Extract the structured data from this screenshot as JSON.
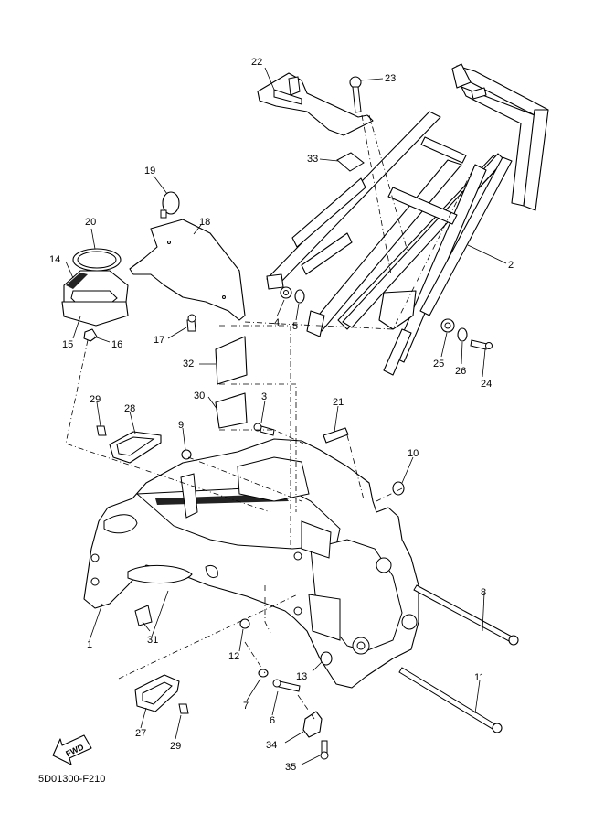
{
  "diagram": {
    "drawing_code": "5D01300-F210",
    "direction_badge": "FWD",
    "callouts": [
      {
        "id": "c1",
        "label": "1"
      },
      {
        "id": "c2",
        "label": "2"
      },
      {
        "id": "c3",
        "label": "3"
      },
      {
        "id": "c4",
        "label": "4"
      },
      {
        "id": "c5",
        "label": "5"
      },
      {
        "id": "c6",
        "label": "6"
      },
      {
        "id": "c7",
        "label": "7"
      },
      {
        "id": "c8",
        "label": "8"
      },
      {
        "id": "c9",
        "label": "9"
      },
      {
        "id": "c10",
        "label": "10"
      },
      {
        "id": "c11",
        "label": "11"
      },
      {
        "id": "c12",
        "label": "12"
      },
      {
        "id": "c13",
        "label": "13"
      },
      {
        "id": "c14",
        "label": "14"
      },
      {
        "id": "c15",
        "label": "15"
      },
      {
        "id": "c16",
        "label": "16"
      },
      {
        "id": "c17",
        "label": "17"
      },
      {
        "id": "c18",
        "label": "18"
      },
      {
        "id": "c19",
        "label": "19"
      },
      {
        "id": "c20",
        "label": "20"
      },
      {
        "id": "c21",
        "label": "21"
      },
      {
        "id": "c22",
        "label": "22"
      },
      {
        "id": "c23",
        "label": "23"
      },
      {
        "id": "c24",
        "label": "24"
      },
      {
        "id": "c25",
        "label": "25"
      },
      {
        "id": "c26",
        "label": "26"
      },
      {
        "id": "c27",
        "label": "27"
      },
      {
        "id": "c28",
        "label": "28"
      },
      {
        "id": "c29a",
        "label": "29"
      },
      {
        "id": "c29b",
        "label": "29"
      },
      {
        "id": "c30",
        "label": "30"
      },
      {
        "id": "c31",
        "label": "31"
      },
      {
        "id": "c32",
        "label": "32"
      },
      {
        "id": "c33",
        "label": "33"
      },
      {
        "id": "c34",
        "label": "34"
      },
      {
        "id": "c35",
        "label": "35"
      }
    ]
  }
}
